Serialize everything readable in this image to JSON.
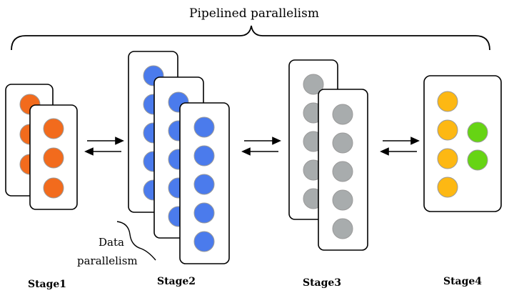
{
  "title": "Pipelined parallelism",
  "annotation": {
    "line1": "Data",
    "line2": "parallelism"
  },
  "stages": [
    {
      "label": "Stage1",
      "replicas": 2,
      "nodes": 3,
      "color": "#F26B1D"
    },
    {
      "label": "Stage2",
      "replicas": 3,
      "nodes": 5,
      "color": "#4B7BEC"
    },
    {
      "label": "Stage3",
      "replicas": 2,
      "nodes": 5,
      "color": "#A8ACAD"
    },
    {
      "label": "Stage4",
      "replicas": 1,
      "nodes": 4,
      "color": "#FDB813",
      "extra_nodes": 2,
      "extra_color": "#66D414"
    }
  ],
  "colors": {
    "outline": "#000000",
    "node_border": "#9a9a9a",
    "box_fill": "#ffffff"
  }
}
